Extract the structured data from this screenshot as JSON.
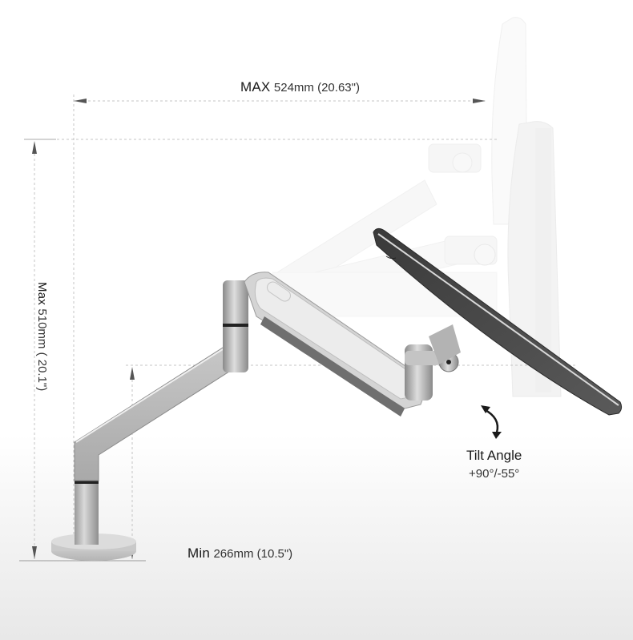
{
  "diagram": {
    "subject": "Monitor arm range of motion",
    "dimensions": {
      "max_reach": {
        "prefix": "MAX",
        "value": "524mm (20.63\")"
      },
      "max_height": {
        "prefix": "Max",
        "value": "510mm ( 20.1\")"
      },
      "min_height": {
        "prefix": "Min",
        "value": "266mm (10.5\")"
      }
    },
    "tilt": {
      "title": "Tilt Angle",
      "range": "+90°/-55°",
      "icon": "curved-double-arrow-icon"
    },
    "colors": {
      "background_top": "#ffffff",
      "background_bottom": "#e6e6e6",
      "arm_silver": "#b9b9b9",
      "arm_light": "#e4e4e4",
      "monitor_dark": "#4a4a4a",
      "ghost": "#f0f0f0",
      "dimension_line": "#c8c8c8",
      "text": "#1a1a1a"
    }
  }
}
